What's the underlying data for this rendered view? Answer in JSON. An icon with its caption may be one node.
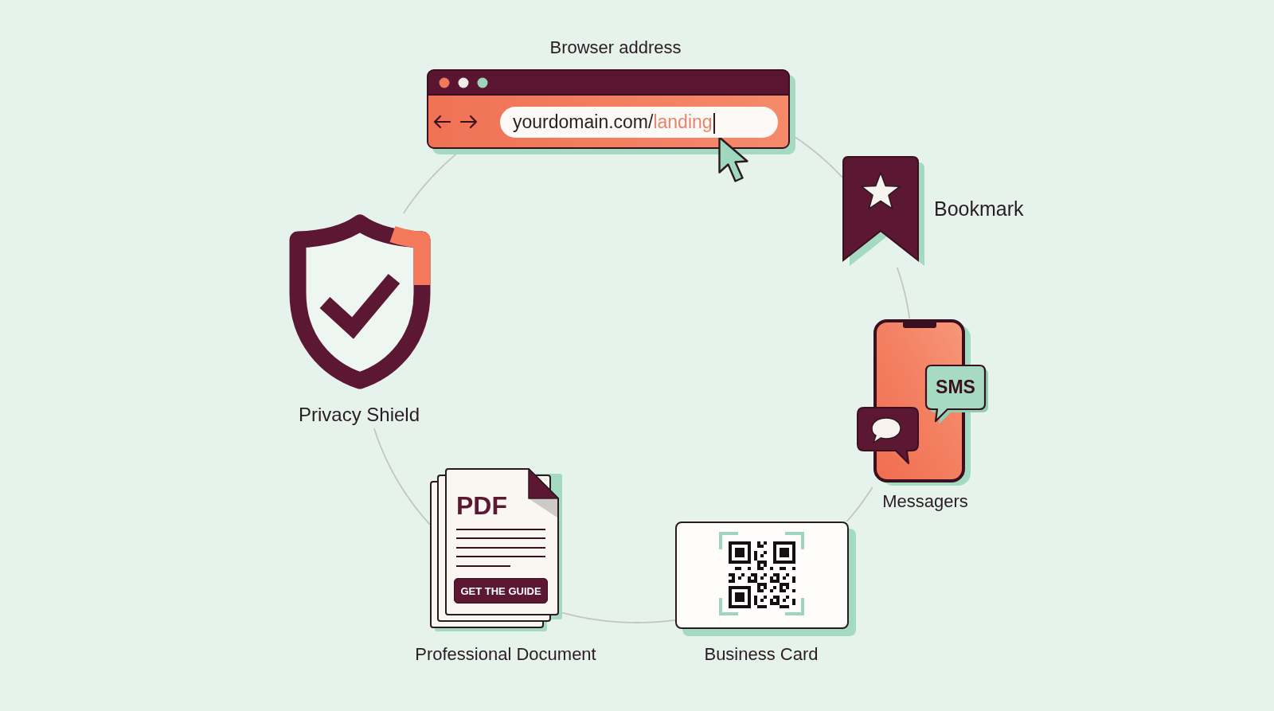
{
  "diagram": {
    "nodes": [
      {
        "text": [
          "Browser address",
          "yourdomain.com/landing"
        ]
      },
      {
        "text": [
          "Bookmark"
        ]
      },
      {
        "text": [
          "Messagers"
        ]
      },
      {
        "text": [
          "SMS"
        ]
      },
      {
        "text": [
          "Business Card"
        ]
      },
      {
        "text": [
          "PDF"
        ],
        "beside": [
          "Professional Document"
        ]
      },
      {
        "text": [
          "GET THE GUIDE"
        ],
        "in": 5
      },
      {
        "text": [
          "Privacy Shield"
        ]
      }
    ],
    "edges": [
      {
        "from": 0,
        "to": 1,
        "arrow": "none"
      },
      {
        "from": 1,
        "to": 2,
        "arrow": "none"
      },
      {
        "from": 2,
        "to": 4,
        "arrow": "none"
      },
      {
        "from": 4,
        "to": 5,
        "arrow": "none"
      },
      {
        "from": 5,
        "to": 7,
        "arrow": "none"
      },
      {
        "from": 7,
        "to": 0,
        "arrow": "none"
      }
    ]
  }
}
